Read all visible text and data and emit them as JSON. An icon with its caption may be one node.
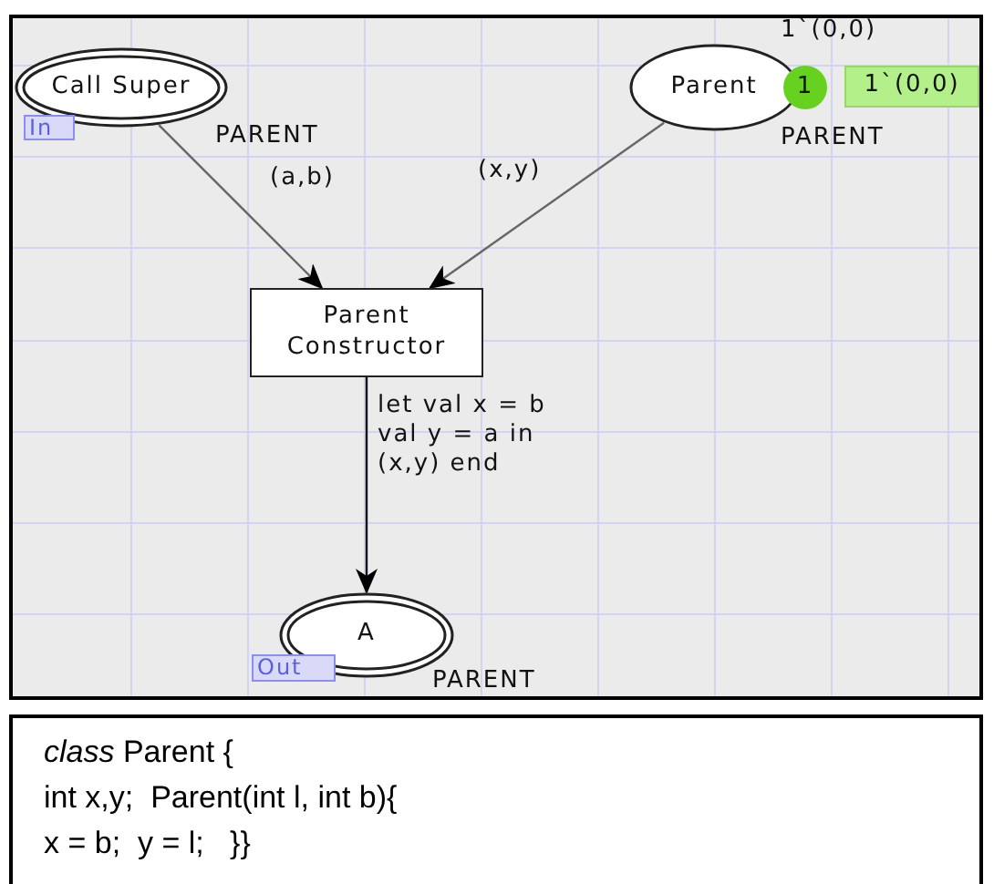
{
  "diagram": {
    "nodes": [
      {
        "text": [
          "Call Super"
        ],
        "beside": [
          "PARENT"
        ]
      },
      {
        "text": [
          "In"
        ]
      },
      {
        "text": [
          "Parent"
        ],
        "beside": [
          "1`(0,0)",
          "PARENT"
        ]
      },
      {
        "text": [
          "1"
        ]
      },
      {
        "text": [
          "1`(0,0)"
        ]
      },
      {
        "text": [
          "Parent Constructor"
        ]
      },
      {
        "text": [
          "A"
        ],
        "beside": [
          "PARENT"
        ]
      },
      {
        "text": [
          "Out"
        ]
      },
      {
        "text": [
          "*class* Parent {",
          "int x,y;  Parent(int l, int b){",
          "x = b;  y = l;   }}"
        ]
      }
    ],
    "edges": [
      {
        "from": 0,
        "to": 5,
        "arrow": "to",
        "label": "(a,b)"
      },
      {
        "from": 2,
        "to": 5,
        "arrow": "to",
        "label": "(x,y)"
      },
      {
        "from": 5,
        "to": 6,
        "arrow": "to",
        "label": "let val x = b val y = a in (x,y) end"
      }
    ]
  }
}
